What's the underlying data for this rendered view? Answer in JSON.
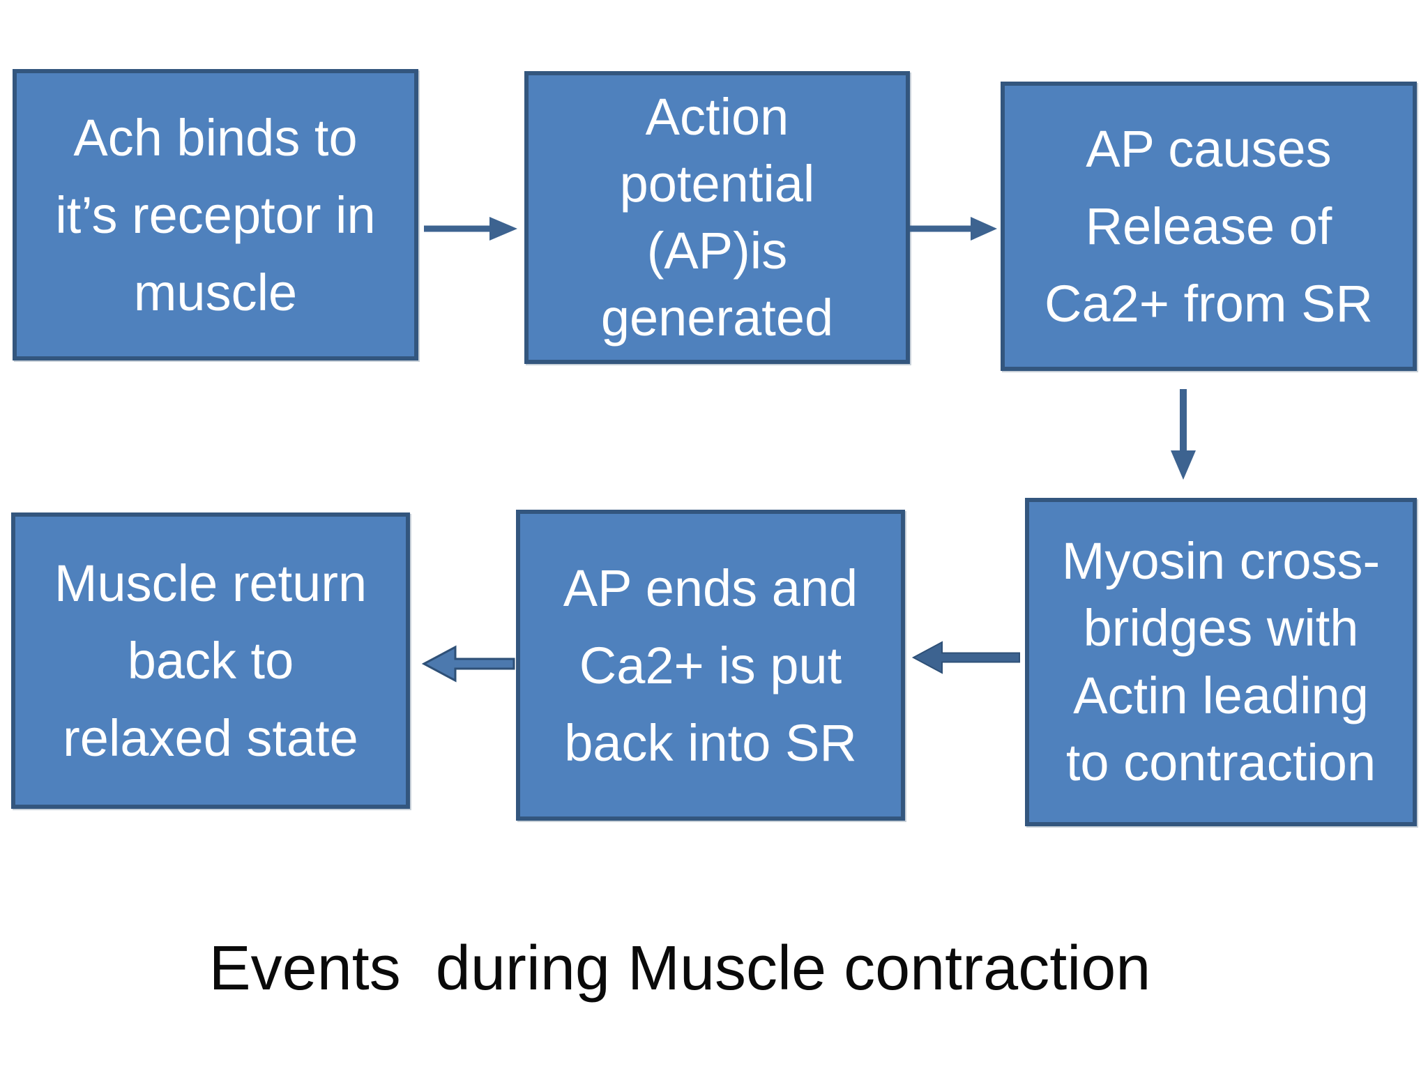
{
  "diagram": {
    "caption": "Events  during Muscle contraction",
    "boxes": [
      {
        "id": "ach-binding",
        "label": "Ach binds to\nit’s receptor in\nmuscle"
      },
      {
        "id": "action-potential",
        "label": "Action\npotential\n(AP)is\ngenerated"
      },
      {
        "id": "ca-release",
        "label": "AP causes\nRelease of\nCa2+ from SR"
      },
      {
        "id": "myosin-crossbridge",
        "label": "Myosin cross-\nbridges with\nActin leading\nto contraction"
      },
      {
        "id": "ca-reuptake",
        "label": "AP ends and\nCa2+ is put\nback into SR"
      },
      {
        "id": "muscle-relaxed",
        "label": "Muscle return\nback to\nrelaxed state"
      }
    ],
    "arrows": [
      {
        "id": "ach-to-ap",
        "direction": "right"
      },
      {
        "id": "ap-to-ca-release",
        "direction": "right"
      },
      {
        "id": "ca-release-to-myosin",
        "direction": "down"
      },
      {
        "id": "myosin-to-ap-ends",
        "direction": "left"
      },
      {
        "id": "ap-ends-to-relaxed",
        "direction": "left"
      }
    ],
    "colors": {
      "background": "#ffffff",
      "box-fill": "#4f81bd",
      "box-border": "#33567e",
      "box-text": "#ffffff",
      "arrow": "#3d6390",
      "arrow-outline": "#2e5077",
      "arrow-fill-light": "#4c79ae",
      "caption-text": "#0a0a0a"
    }
  }
}
